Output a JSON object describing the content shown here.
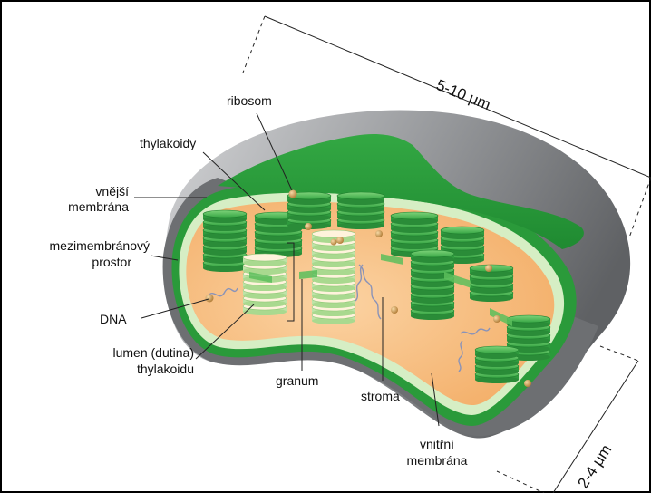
{
  "labels": {
    "ribosom": "ribosom",
    "thylakoidy": "thylakoidy",
    "outer_membrane_1": "vnější",
    "outer_membrane_2": "membrána",
    "intermembrane_1": "mezimembránový",
    "intermembrane_2": "prostor",
    "dna": "DNA",
    "lumen_1": "lumen (dutina)",
    "lumen_2": "thylakoidu",
    "granum": "granum",
    "stroma": "stroma",
    "inner_membrane_1": "vnitřní",
    "inner_membrane_2": "membrána"
  },
  "dimensions": {
    "length": "5-10 μm",
    "width": "2-4 μm"
  },
  "colors": {
    "outer_shell": "#8f9194",
    "outer_shell_light": "#c9cacc",
    "green_membrane": "#2e9c3c",
    "green_light": "#6cc56a",
    "stroma": "#f5b878",
    "inner_pale": "#d9efc9"
  }
}
